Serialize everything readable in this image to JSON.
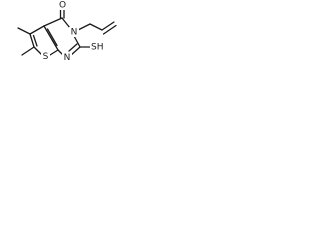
{
  "molecule": {
    "atoms": {
      "carbonyl_oxygen": "O",
      "n3": "N",
      "n1": "N",
      "sulfur_ring": "S",
      "thiol": "SH"
    }
  }
}
